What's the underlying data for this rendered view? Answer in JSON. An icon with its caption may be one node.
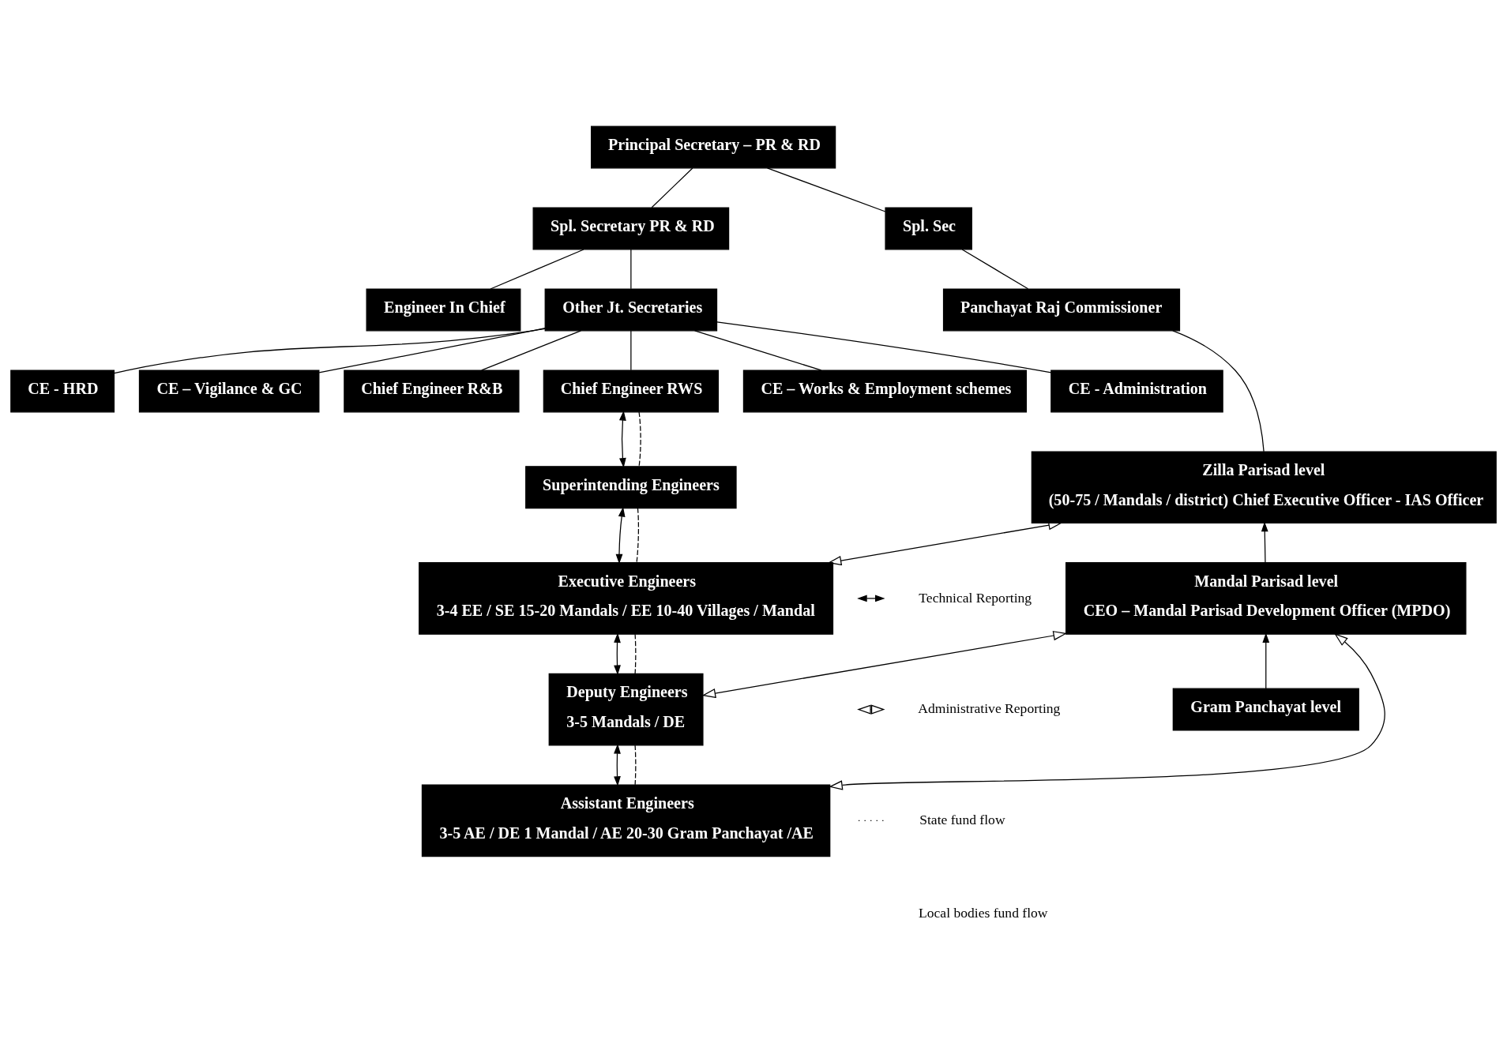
{
  "diagram": {
    "nodes": [
      {
        "text": [
          "Principal Secretary – PR & RD"
        ]
      },
      {
        "text": [
          "Spl. Secretary PR & RD"
        ]
      },
      {
        "text": [
          "Spl. Sec"
        ]
      },
      {
        "text": [
          "Engineer In Chief"
        ]
      },
      {
        "text": [
          "Other Jt. Secretaries"
        ]
      },
      {
        "text": [
          "Panchayat Raj Commissioner"
        ]
      },
      {
        "text": [
          "CE - HRD"
        ]
      },
      {
        "text": [
          "CE – Vigilance & GC"
        ]
      },
      {
        "text": [
          "Chief Engineer R&B"
        ]
      },
      {
        "text": [
          "Chief Engineer RWS"
        ]
      },
      {
        "text": [
          "CE – Works & Employment schemes"
        ]
      },
      {
        "text": [
          "CE - Administration"
        ]
      },
      {
        "text": [
          "Superintending Engineers"
        ]
      },
      {
        "text": [
          "Zilla Parisad level",
          "(50-75 / Mandals / district) Chief Executive Officer - IAS Officer"
        ]
      },
      {
        "text": [
          "Executive Engineers",
          "3-4 EE / SE 15-20 Mandals / EE 10-40 Villages / Mandal"
        ]
      },
      {
        "text": [
          "Mandal Parisad level",
          "CEO – Mandal Parisad Development Officer (MPDO)"
        ]
      },
      {
        "text": [
          "Deputy Engineers",
          "3-5 Mandals / DE"
        ]
      },
      {
        "text": [
          "Assistant Engineers",
          "3-5 AE / DE 1 Mandal / AE 20-30 Gram Panchayat /AE"
        ]
      },
      {
        "text": [
          "Gram Panchayat level"
        ]
      }
    ],
    "edges": [
      {
        "from": 0,
        "to": 1,
        "arrow": "none"
      },
      {
        "from": 0,
        "to": 2,
        "arrow": "none"
      },
      {
        "from": 1,
        "to": 3,
        "arrow": "none"
      },
      {
        "from": 1,
        "to": 4,
        "arrow": "none"
      },
      {
        "from": 2,
        "to": 5,
        "arrow": "none"
      },
      {
        "from": 4,
        "to": 6,
        "arrow": "none"
      },
      {
        "from": 4,
        "to": 7,
        "arrow": "none"
      },
      {
        "from": 4,
        "to": 8,
        "arrow": "none"
      },
      {
        "from": 4,
        "to": 9,
        "arrow": "none"
      },
      {
        "from": 4,
        "to": 10,
        "arrow": "none"
      },
      {
        "from": 4,
        "to": 11,
        "arrow": "none"
      },
      {
        "from": 5,
        "to": 13,
        "arrow": "none"
      },
      {
        "from": 9,
        "to": 12,
        "arrow": "both"
      },
      {
        "from": 9,
        "to": 12,
        "arrow": "none",
        "style": "dashed"
      },
      {
        "from": 12,
        "to": 14,
        "arrow": "both"
      },
      {
        "from": 12,
        "to": 14,
        "arrow": "none",
        "style": "dashed"
      },
      {
        "from": 14,
        "to": 16,
        "arrow": "both"
      },
      {
        "from": 14,
        "to": 16,
        "arrow": "none",
        "style": "dashed"
      },
      {
        "from": 16,
        "to": 17,
        "arrow": "both"
      },
      {
        "from": 16,
        "to": 17,
        "arrow": "none",
        "style": "dashed"
      },
      {
        "from": 14,
        "to": 13,
        "arrow": "both"
      },
      {
        "from": 16,
        "to": 15,
        "arrow": "both"
      },
      {
        "from": 17,
        "to": 15,
        "arrow": "both"
      },
      {
        "from": 15,
        "to": 13,
        "arrow": "to"
      },
      {
        "from": 18,
        "to": 15,
        "arrow": "to"
      }
    ],
    "legend": [
      {
        "text": "Technical Reporting"
      },
      {
        "text": "Administrative Reporting"
      },
      {
        "text": "State fund flow"
      },
      {
        "text": "Local bodies fund flow"
      }
    ]
  }
}
